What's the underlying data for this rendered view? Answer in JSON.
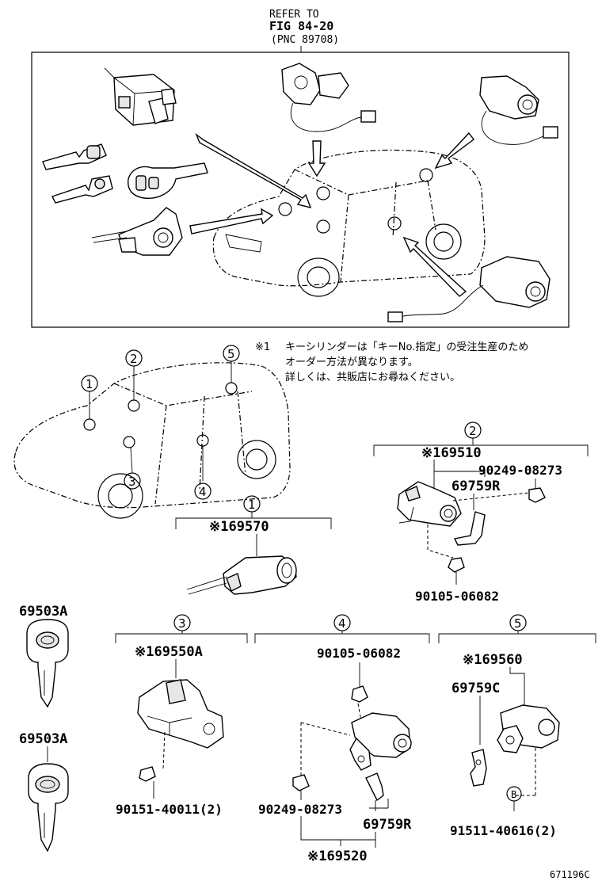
{
  "refer": {
    "line1": "REFER TO",
    "line2": "FIG 84-20",
    "line3": "(PNC 89708)"
  },
  "note": {
    "marker": "※1",
    "line1": "キーシリンダーは「キーNo.指定」の受注生産のため",
    "line2": "オーダー方法が異なります。",
    "line3": "詳しくは、共販店にお尋ねください。"
  },
  "callouts": {
    "c1": "1",
    "c2": "2",
    "c3": "3",
    "c4": "4",
    "c5": "5",
    "b": "B"
  },
  "parts": {
    "p69510": "※169510",
    "p90249a": "90249-08273",
    "p69759r_top": "69759R",
    "p90105_top": "90105-06082",
    "p69570": "※169570",
    "p69503a_1": "69503A",
    "p69503a_2": "69503A",
    "p69550a": "※169550A",
    "p90151": "90151-40011(2)",
    "p90105_mid": "90105-06082",
    "p90249b": "90249-08273",
    "p69759r_bot": "69759R",
    "p69520": "※169520",
    "p69560": "※169560",
    "p69759c": "69759C",
    "p91511": "91511-40616(2)"
  },
  "footer": {
    "code": "671196C"
  }
}
